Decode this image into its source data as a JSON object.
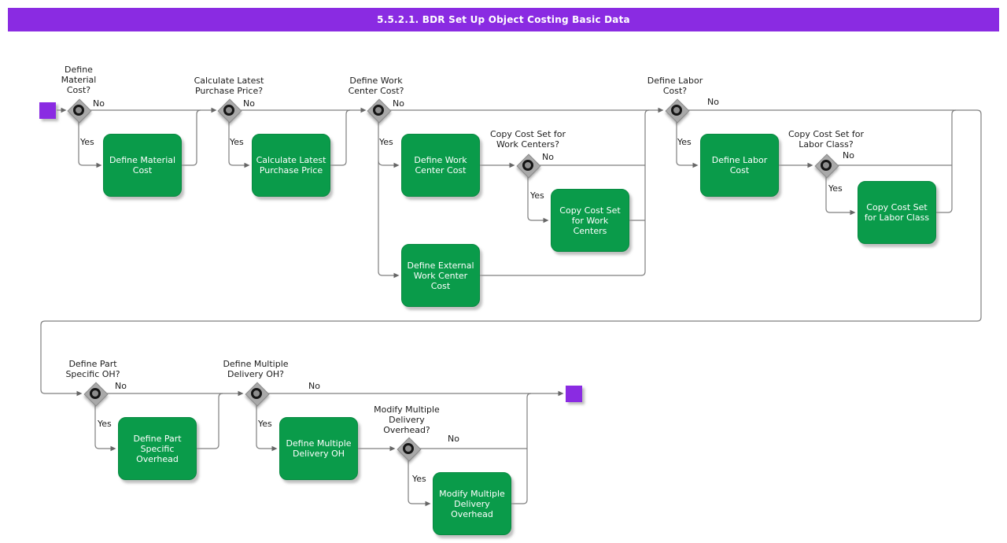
{
  "title_bar": {
    "title": "5.5.2.1. BDR Set Up Object Costing Basic Data"
  },
  "colors": {
    "title_bar_purple": "#8A2BE2",
    "activity_green": "#0a9b4a",
    "gateway_gray": "#a9a9a9",
    "connector_gray": "#7f7f7f"
  },
  "decisions": [
    {
      "label": "Define\nMaterial\nCost?",
      "yes": "Yes",
      "no": "No"
    },
    {
      "label": "Calculate Latest\nPurchase Price?",
      "yes": "Yes",
      "no": "No"
    },
    {
      "label": "Define Work\nCenter Cost?",
      "yes": "Yes",
      "no": "No"
    },
    {
      "label": "Copy Cost Set for\nWork Centers?",
      "yes": "Yes",
      "no": "No"
    },
    {
      "label": "Define Labor\nCost?",
      "yes": "Yes",
      "no": "No"
    },
    {
      "label": "Copy Cost Set for\nLabor Class?",
      "yes": "Yes",
      "no": "No"
    },
    {
      "label": "Define Part\nSpecific OH?",
      "yes": "Yes",
      "no": "No"
    },
    {
      "label": "Define Multiple\nDelivery OH?",
      "yes": "Yes",
      "no": "No"
    },
    {
      "label": "Modify Multiple\nDelivery\nOverhead?",
      "yes": "Yes",
      "no": "No"
    }
  ],
  "activities": [
    {
      "label": "Define Material\nCost"
    },
    {
      "label": "Calculate Latest\nPurchase Price"
    },
    {
      "label": "Define Work\nCenter Cost"
    },
    {
      "label": "Copy Cost Set\nfor Work\nCenters"
    },
    {
      "label": "Define External\nWork Center\nCost"
    },
    {
      "label": "Define Labor\nCost"
    },
    {
      "label": "Copy Cost Set\nfor Labor Class"
    },
    {
      "label": "Define Part\nSpecific\nOverhead"
    },
    {
      "label": "Define Multiple\nDelivery OH"
    },
    {
      "label": "Modify Multiple\nDelivery\nOverhead"
    }
  ]
}
